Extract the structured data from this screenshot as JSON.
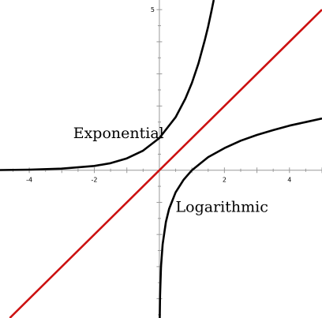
{
  "chart_data": {
    "type": "line",
    "title": "",
    "xlabel": "",
    "ylabel": "",
    "xlim": [
      -4.9,
      5.0
    ],
    "ylim": [
      -4.6,
      5.3
    ],
    "grid": false,
    "x_ticks": [
      {
        "value": -4,
        "label": "-4"
      },
      {
        "value": -2,
        "label": "-2"
      },
      {
        "value": 2,
        "label": "2"
      },
      {
        "value": 4,
        "label": "4"
      }
    ],
    "x_minor_step": 0.5,
    "y_ticks": [
      {
        "value": 5,
        "label": "5"
      }
    ],
    "y_minor_step": 0.5,
    "series": [
      {
        "name": "Exponential",
        "color": "#000000",
        "points": [
          [
            -4.9,
            0.007
          ],
          [
            -4.0,
            0.018
          ],
          [
            -3.0,
            0.05
          ],
          [
            -2.0,
            0.135
          ],
          [
            -1.5,
            0.22
          ],
          [
            -1.0,
            0.37
          ],
          [
            -0.5,
            0.61
          ],
          [
            0.0,
            1.0
          ],
          [
            0.5,
            1.65
          ],
          [
            0.8,
            2.23
          ],
          [
            1.0,
            2.72
          ],
          [
            1.2,
            3.32
          ],
          [
            1.4,
            4.06
          ],
          [
            1.5,
            4.48
          ],
          [
            1.6,
            4.95
          ],
          [
            1.67,
            5.3
          ]
        ]
      },
      {
        "name": "Logarithmic",
        "color": "#000000",
        "points": [
          [
            0.005,
            -4.6
          ],
          [
            0.01,
            -4.61
          ],
          [
            0.02,
            -3.91
          ],
          [
            0.05,
            -3.0
          ],
          [
            0.1,
            -2.3
          ],
          [
            0.2,
            -1.61
          ],
          [
            0.3,
            -1.2
          ],
          [
            0.5,
            -0.69
          ],
          [
            0.75,
            -0.29
          ],
          [
            1.0,
            0.0
          ],
          [
            1.5,
            0.41
          ],
          [
            2.0,
            0.69
          ],
          [
            2.5,
            0.92
          ],
          [
            3.0,
            1.1
          ],
          [
            3.5,
            1.25
          ],
          [
            4.0,
            1.39
          ],
          [
            4.5,
            1.5
          ],
          [
            5.0,
            1.61
          ]
        ]
      },
      {
        "name": "",
        "color": "#cc1111",
        "points": [
          [
            -4.6,
            -4.6
          ],
          [
            5.0,
            5.0
          ]
        ]
      }
    ],
    "annotations": [
      {
        "text": "Exponential",
        "series": "Exponential",
        "x": -2.65,
        "y": 1.0
      },
      {
        "text": "Logarithmic",
        "series": "Logarithmic",
        "x": 0.5,
        "y": -1.3
      }
    ]
  }
}
